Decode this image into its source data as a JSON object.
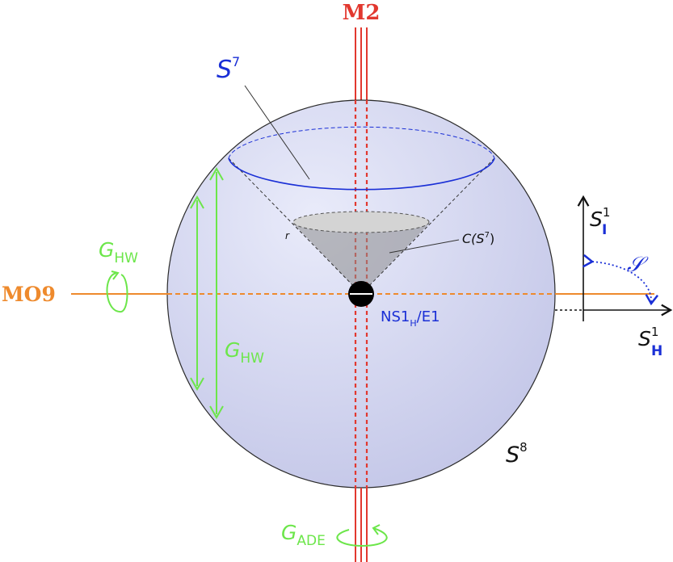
{
  "labels": {
    "m2": "M2",
    "mo9": "MO9",
    "s7": {
      "base": "S",
      "sup": "7"
    },
    "s8": {
      "base": "S",
      "sup": "8"
    },
    "cone": {
      "text": "C(S",
      "sup": "7",
      "close": ")"
    },
    "r": "r",
    "ns1": {
      "a": "NS1",
      "sub": "H",
      "b": "/E1"
    },
    "g_hw_left": {
      "base": "G",
      "sub": "HW"
    },
    "g_hw_vertical": {
      "base": "G",
      "sub": "HW"
    },
    "g_ade": {
      "base": "G",
      "sub": "ADE"
    },
    "s1_i": {
      "base": "S",
      "sup": "1",
      "sub": "I"
    },
    "s1_h": {
      "base": "S",
      "sup": "1",
      "sub": "H"
    },
    "script_s": "𝒮"
  },
  "colors": {
    "sphere_fill": "#cdd0ee",
    "sphere_edge": "#2b2b2b",
    "m2": "#e2382f",
    "mo9": "#ee8a2d",
    "green": "#6ce64a",
    "blue": "#1a2fd6",
    "text": "#111111"
  }
}
